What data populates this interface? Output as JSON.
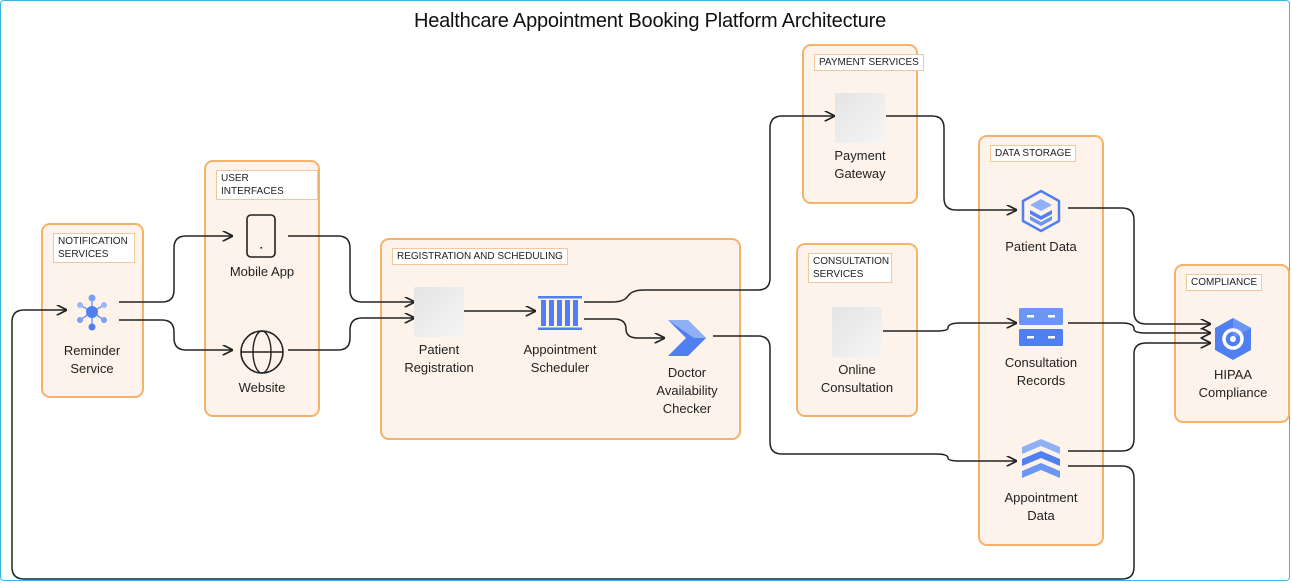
{
  "title": "Healthcare Appointment Booking Platform Architecture",
  "groups": {
    "notification": "NOTIFICATION SERVICES",
    "user_interfaces": "USER INTERFACES",
    "registration": "REGISTRATION AND SCHEDULING",
    "payment": "PAYMENT SERVICES",
    "consultation": "CONSULTATION SERVICES",
    "data_storage": "DATA STORAGE",
    "compliance": "COMPLIANCE"
  },
  "nodes": {
    "reminder": "Reminder Service",
    "mobile_app": "Mobile App",
    "website": "Website",
    "patient_registration": "Patient Registration",
    "appointment_scheduler": "Appointment Scheduler",
    "doctor_availability": "Doctor Availability Checker",
    "payment_gateway": "Payment Gateway",
    "online_consultation": "Online Consultation",
    "patient_data": "Patient Data",
    "consultation_records": "Consultation Records",
    "appointment_data": "Appointment Data",
    "hipaa": "HIPAA Compliance"
  },
  "icons": {
    "reminder": "hub-nodes-icon",
    "mobile_app": "smartphone-icon",
    "website": "globe-icon",
    "appointment_scheduler": "queue-bars-icon",
    "doctor_availability": "chevron-arrow-icon",
    "patient_data": "hexagon-stack-icon",
    "consultation_records": "server-icon",
    "appointment_data": "chevron-stack-icon",
    "hipaa": "shield-gear-icon"
  },
  "colors": {
    "group_fill": "#fdf3ea",
    "group_border": "#f4b26b",
    "icon_blue": "#4f7ff0",
    "wire": "#222222"
  }
}
